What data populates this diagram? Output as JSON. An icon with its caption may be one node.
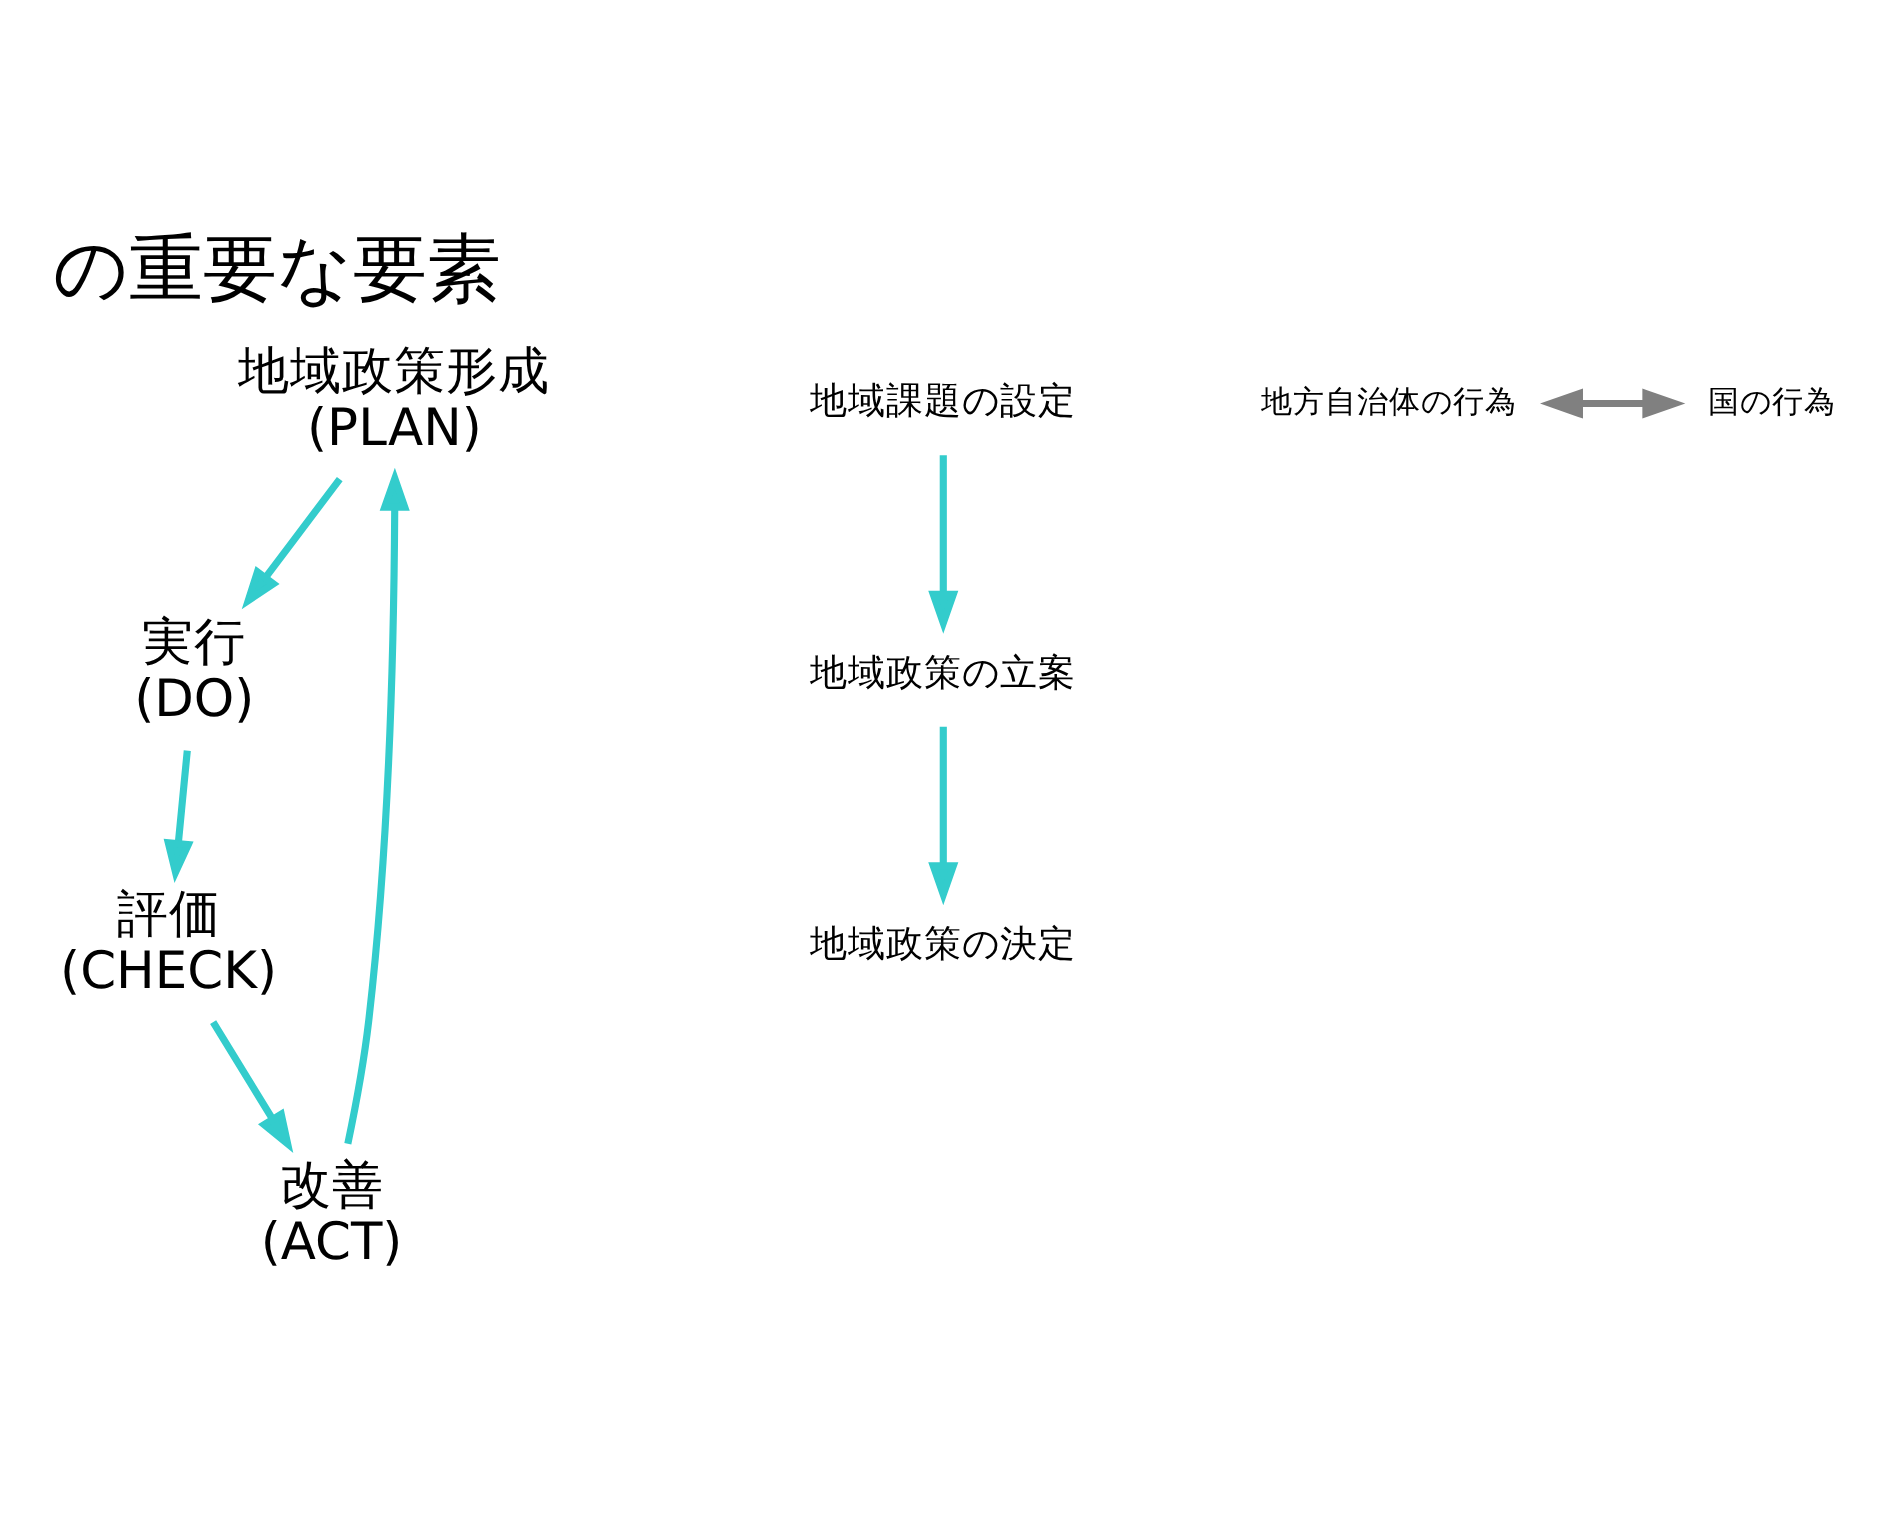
{
  "diagram": {
    "title": "の重要な要素",
    "nodes": [
      {
        "text": [
          "地域政策形成",
          "(PLAN)"
        ]
      },
      {
        "text": [
          "地域課題の設定"
        ]
      },
      {
        "text": [
          "地域政策の立案"
        ]
      },
      {
        "text": [
          "地域政策の決定"
        ]
      },
      {
        "text": [
          "実行",
          "(DO)"
        ]
      },
      {
        "text": [
          "評価",
          "(CHECK)"
        ]
      },
      {
        "text": [
          "改善",
          "(ACT)"
        ]
      },
      {
        "text": [
          "地方自治体の行為"
        ]
      },
      {
        "text": [
          "国の行為"
        ]
      }
    ],
    "edges": [
      {
        "from": 6,
        "to": 0,
        "arrow": "to"
      },
      {
        "from": 1,
        "to": 2,
        "arrow": "to"
      },
      {
        "from": 2,
        "to": 3,
        "arrow": "to"
      },
      {
        "from": 0,
        "to": 4,
        "arrow": "to"
      },
      {
        "from": 4,
        "to": 5,
        "arrow": "to"
      },
      {
        "from": 5,
        "to": 6,
        "arrow": "to"
      },
      {
        "from": 7,
        "to": 8,
        "arrow": "both",
        "color": "#808080"
      }
    ]
  }
}
